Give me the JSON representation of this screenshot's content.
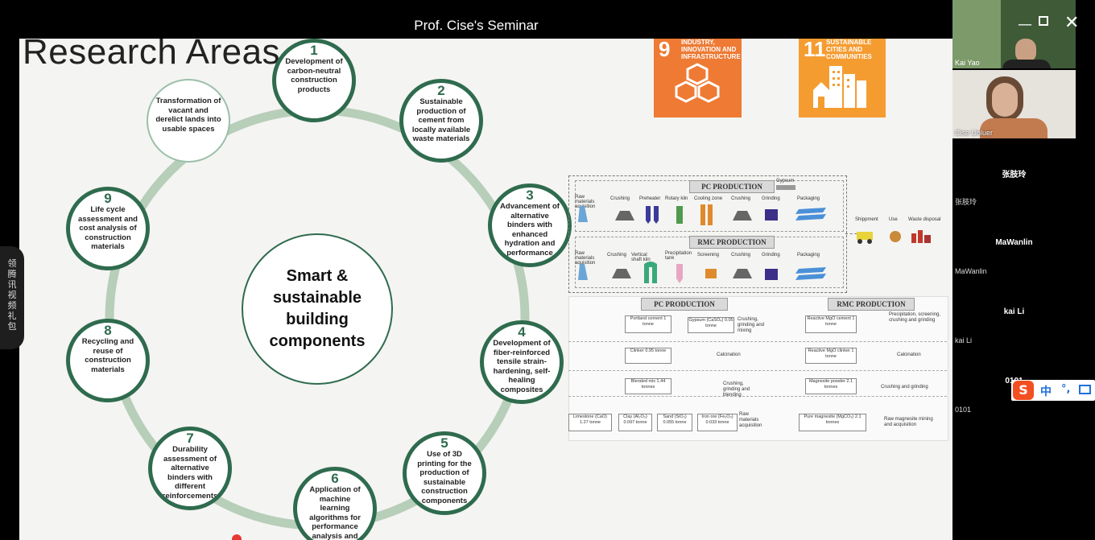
{
  "window": {
    "title": "Prof. Cise's Seminar"
  },
  "slide": {
    "title": "Research Areas",
    "center": "Smart & sustainable building components",
    "areas": [
      {
        "num": "1",
        "text": "Development of carbon-neutral construction products"
      },
      {
        "num": "2",
        "text": "Sustainable production of cement from locally available waste materials"
      },
      {
        "num": "3",
        "text": "Advancement of alternative binders with enhanced hydration and performance"
      },
      {
        "num": "4",
        "text": "Development of fiber-reinforced tensile strain-hardening, self-healing composites"
      },
      {
        "num": "5",
        "text": "Use of 3D printing for the production of sustainable construction components"
      },
      {
        "num": "6",
        "text": "Application of machine learning algorithms for performance analysis and prediction"
      },
      {
        "num": "7",
        "text": "Durability assessment of alternative binders with different reinforcements"
      },
      {
        "num": "8",
        "text": "Recycling and reuse of construction materials"
      },
      {
        "num": "9",
        "text": "Life cycle assessment and cost analysis of construction materials"
      },
      {
        "num": "",
        "text": "Transformation of vacant and derelict lands into usable spaces"
      }
    ],
    "sdg": [
      {
        "num": "9",
        "text": "INDUSTRY, INNOVATION AND INFRASTRUCTURE",
        "color": "#ee7a34"
      },
      {
        "num": "11",
        "text": "SUSTAINABLE CITIES AND COMMUNITIES",
        "color": "#f59c31"
      }
    ],
    "flow": {
      "pc_title": "PC PRODUCTION",
      "rmc_title": "RMC PRODUCTION",
      "gypsum": "Gypsum",
      "pc_steps": [
        "Raw materials aquisition",
        "Crushing",
        "Preheater",
        "Rotary kiln",
        "Cooling zone",
        "Crushing",
        "Grinding",
        "Packaging"
      ],
      "rmc_steps": [
        "Raw materials aquisition",
        "Crushing",
        "Vertical shaft kiln",
        "Precipitation tank",
        "Screening",
        "Crushing",
        "Grinding",
        "Packaging"
      ],
      "end_steps": [
        "Shippment",
        "Use",
        "Waste disposal"
      ]
    },
    "lca": {
      "pc_title": "PC PRODUCTION",
      "rmc_title": "RMC PRODUCTION",
      "pc_boxes": {
        "cement": "Portland cement 1 tonne",
        "gypsum": "Gypsum (CaSO₄) 0.05 tonne",
        "clinker": "Clinker 0.95 tonne",
        "blended": "Blended mix 1.44 tonnes",
        "raw": [
          "Limestone (CaO) 1.27 tonne",
          "Clay (Al₂O₃) 0.097 tonne",
          "Sand (SiO₂) 0.055 tonne",
          "Iron ore (Fe₂O₃) 0.033 tonne"
        ]
      },
      "pc_labels": [
        "Crushing, grinding and mixing",
        "Calcination",
        "Crushing, grinding and blending",
        "Raw materials acquisition"
      ],
      "rmc_boxes": {
        "cement": "Reactive MgO cement 1 tonne",
        "clinker": "Reactive MgO clinker 1 tonne",
        "powder": "Magnesite powder 2.1 tonnes",
        "raw": "Pure magnesite (MgCO₃) 2.1 tonnes"
      },
      "rmc_labels": [
        "Precipitation, screening, crushing and grinding",
        "Calcination",
        "Crushing and grinding",
        "Raw magnesite mining and acquisition"
      ]
    }
  },
  "participants": {
    "videos": [
      {
        "name": "Kai Yao"
      },
      {
        "name": "Cise Unluer"
      }
    ],
    "tiles": [
      {
        "display": "张肢玲",
        "label": "张肢玲"
      },
      {
        "display": "MaWanlin",
        "label": "MaWanlin"
      },
      {
        "display": "kai Li",
        "label": "kai Li"
      },
      {
        "display": "0101",
        "label": "0101"
      }
    ]
  },
  "side_tab": {
    "text": "领腾讯视频礼包"
  },
  "ime": {
    "logo": "S",
    "mode": "中",
    "punct": "°,",
    "keyboard_icon": "keyboard-icon"
  }
}
